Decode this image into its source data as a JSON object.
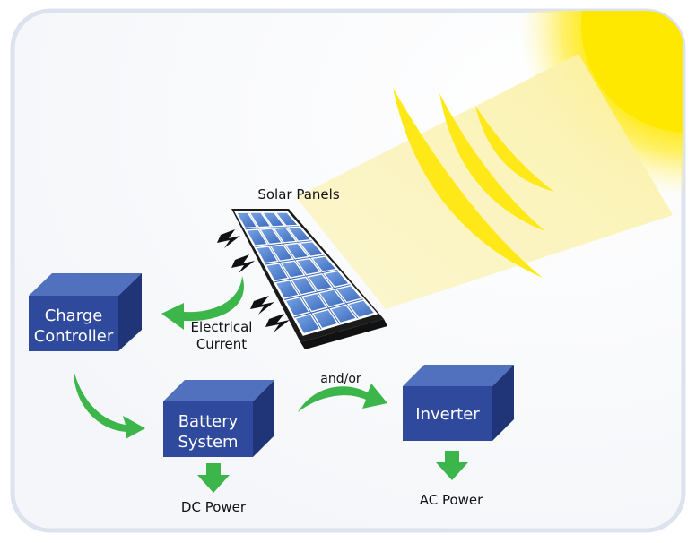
{
  "labels": {
    "solar_panels": "Solar Panels",
    "electrical_current_1": "Electrical",
    "electrical_current_2": "Current",
    "and_or": "and/or",
    "dc_power": "DC Power",
    "ac_power": "AC Power"
  },
  "boxes": {
    "charge_controller": [
      "Charge",
      "Controller"
    ],
    "battery_system": [
      "Battery",
      "System"
    ],
    "inverter": [
      "Inverter"
    ]
  },
  "colors": {
    "box_front": "#2f4a9c",
    "box_top": "#5170bd",
    "box_side": "#1f3577",
    "arrow": "#3cb54a",
    "sun": "#ffe800",
    "beam": "#fbf3b8",
    "panel_cell": "#4b7fd0",
    "frame_border": "#dde4ee"
  },
  "icons": {
    "sun": "sun-icon",
    "panel": "solar-panel-icon",
    "lightning": "lightning-bolt-icon"
  }
}
